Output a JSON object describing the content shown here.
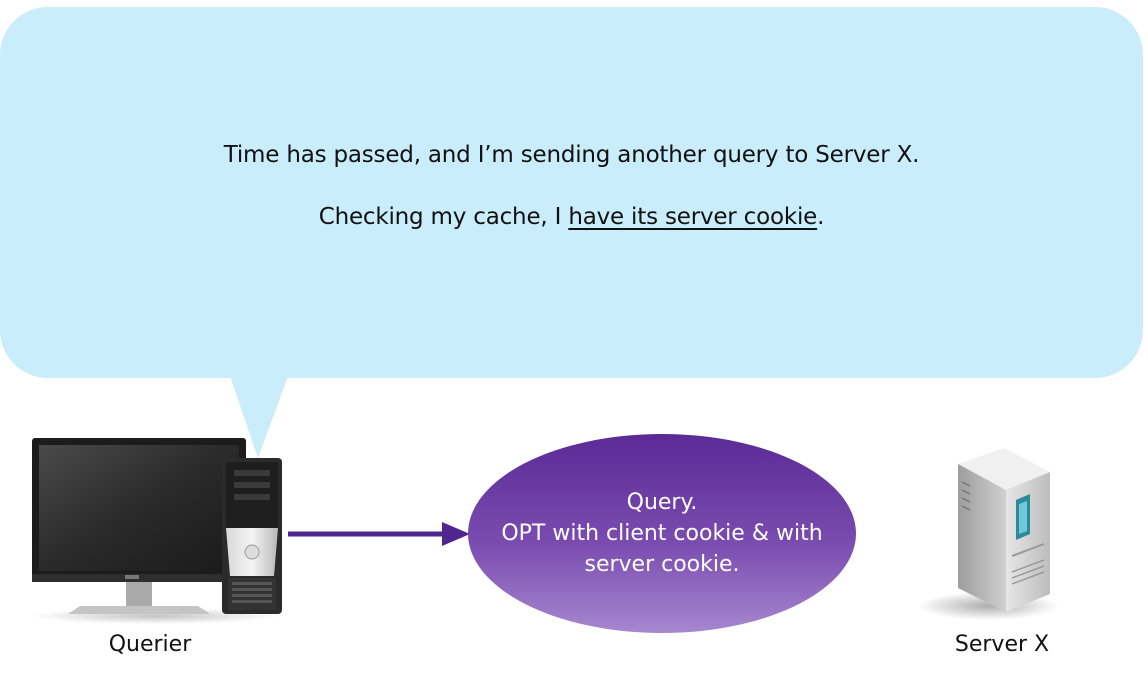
{
  "bubble": {
    "line1": "Time has passed, and I’m sending another query to Server X.",
    "line2_prefix": "Checking my cache, I ",
    "line2_underlined": "have its server cookie",
    "line2_suffix": ".",
    "color": "#c9edfb"
  },
  "message": {
    "line1": "Query.",
    "line2": "OPT with client cookie & with",
    "line3": "server cookie.",
    "colors": [
      "#5b2a96",
      "#a687cf"
    ]
  },
  "arrow_color": "#4f2590",
  "querier": {
    "label": "Querier",
    "icon": "desktop-computer-icon"
  },
  "server": {
    "label": "Server X",
    "icon": "server-tower-icon"
  }
}
